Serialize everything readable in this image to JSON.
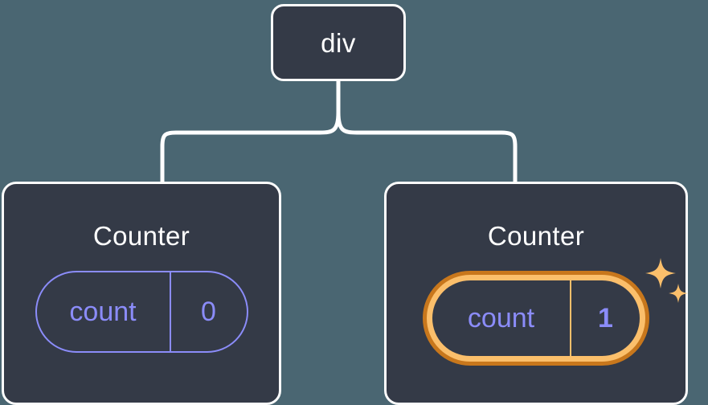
{
  "diagram": {
    "type": "component-tree",
    "background_color": "#4a6672",
    "node_fill_color": "#343a47",
    "node_border_color": "#fdfdfd",
    "connector_color": "#ffffff",
    "accent_state_color": "#8b8cf9",
    "highlight_outer_color": "#c8771c",
    "highlight_inner_color": "#fbbf6b",
    "root": {
      "label": "div"
    },
    "children": [
      {
        "title": "Counter",
        "state": {
          "key": "count",
          "value": "0"
        },
        "highlighted": false,
        "sparkles": false
      },
      {
        "title": "Counter",
        "state": {
          "key": "count",
          "value": "1"
        },
        "highlighted": true,
        "sparkles": true,
        "sparkle_icons": [
          "sparkle-large-icon",
          "sparkle-small-icon"
        ]
      }
    ]
  }
}
